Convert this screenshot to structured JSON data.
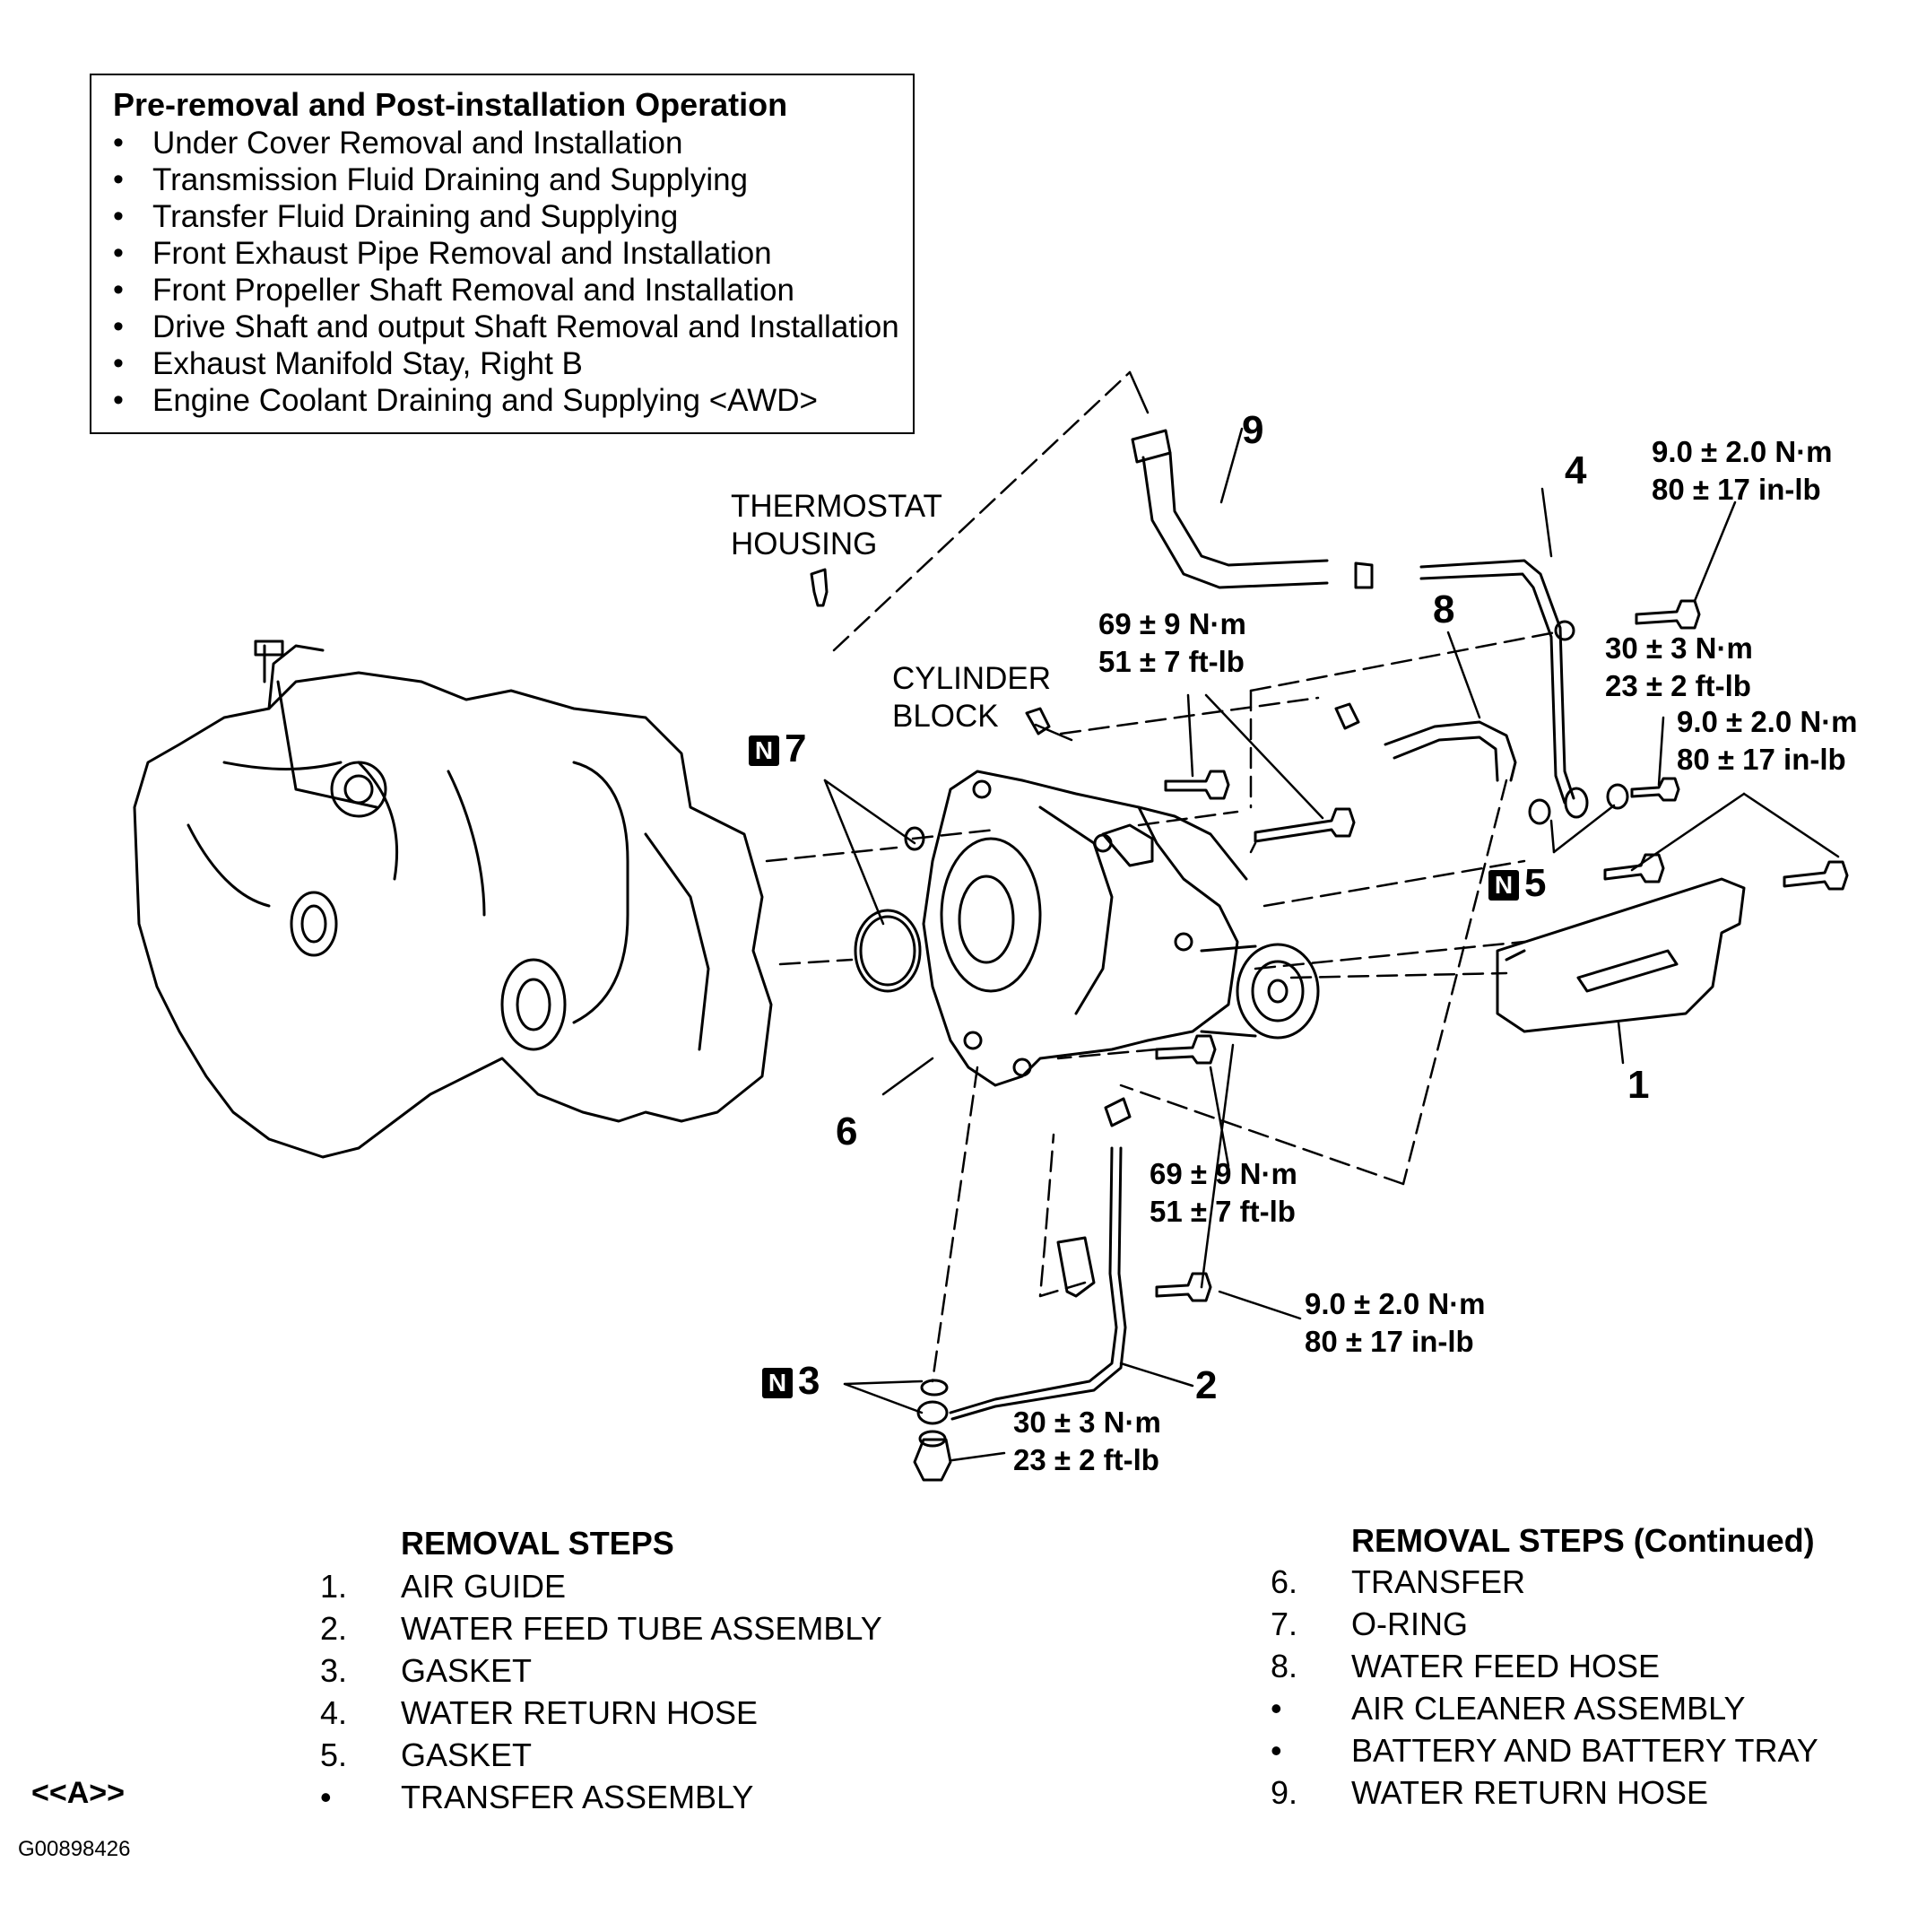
{
  "pre_removal": {
    "title": "Pre-removal and Post-installation Operation",
    "items": [
      "Under Cover Removal and Installation",
      "Transmission Fluid Draining and Supplying",
      "Transfer Fluid Draining and Supplying",
      "Front Exhaust Pipe Removal and Installation",
      "Front Propeller Shaft Removal and Installation",
      "Drive Shaft and output Shaft Removal and Installation",
      "Exhaust Manifold Stay, Right B",
      "Engine Coolant Draining and Supplying <AWD>"
    ]
  },
  "labels": {
    "thermostat_line1": "THERMOSTAT",
    "thermostat_line2": "HOUSING",
    "cylinder_line1": "CYLINDER",
    "cylinder_line2": "BLOCK"
  },
  "torques": {
    "t_top_right_a": "9.0 ± 2.0 N·m",
    "t_top_right_b": "80 ± 17 in-lb",
    "t_30a_a": "30 ± 3 N·m",
    "t_30a_b": "23 ± 2 ft-lb",
    "t_9b_a": "9.0 ± 2.0 N·m",
    "t_9b_b": "80 ± 17 in-lb",
    "t_69a_a": "69 ± 9 N·m",
    "t_69a_b": "51 ± 7 ft-lb",
    "t_69b_a": "69 ± 9 N·m",
    "t_69b_b": "51 ± 7 ft-lb",
    "t_9c_a": "9.0 ± 2.0 N·m",
    "t_9c_b": "80 ± 17 in-lb",
    "t_30b_a": "30 ± 3 N·m",
    "t_30b_b": "23 ± 2 ft-lb"
  },
  "callouts": {
    "c1": "1",
    "c2": "2",
    "c3": "3",
    "c4": "4",
    "c5": "5",
    "c6": "6",
    "c7": "7",
    "c8": "8",
    "c9": "9",
    "n_badge": "N"
  },
  "steps_left": {
    "title": "REMOVAL STEPS",
    "items": [
      {
        "num": "1.",
        "text": "AIR GUIDE"
      },
      {
        "num": "2.",
        "text": "WATER FEED TUBE ASSEMBLY"
      },
      {
        "num": "3.",
        "text": "GASKET"
      },
      {
        "num": "4.",
        "text": "WATER RETURN HOSE"
      },
      {
        "num": "5.",
        "text": "GASKET"
      },
      {
        "num": "•",
        "text": "TRANSFER ASSEMBLY"
      }
    ]
  },
  "steps_right": {
    "title": "REMOVAL STEPS (Continued)",
    "items": [
      {
        "num": "6.",
        "text": "TRANSFER"
      },
      {
        "num": "7.",
        "text": "O-RING"
      },
      {
        "num": "8.",
        "text": "WATER FEED HOSE"
      },
      {
        "num": "•",
        "text": "AIR CLEANER ASSEMBLY"
      },
      {
        "num": "•",
        "text": "BATTERY AND BATTERY TRAY"
      },
      {
        "num": "9.",
        "text": "WATER RETURN HOSE"
      }
    ]
  },
  "marker": "<<A>>",
  "figure_id": "G00898426"
}
